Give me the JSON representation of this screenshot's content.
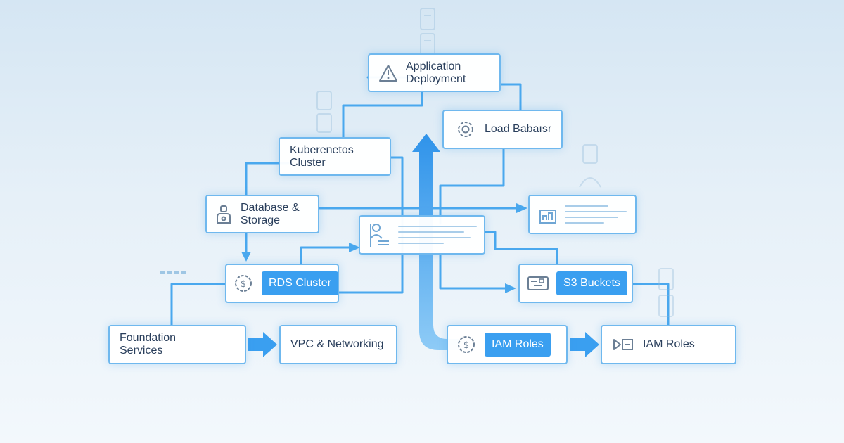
{
  "diagram": {
    "nodes": {
      "app_deploy": {
        "label": "Application\nDeployment",
        "icon": "warning-triangle-icon"
      },
      "load_balancer": {
        "label": "Load Babaısr",
        "icon": "gear-icon"
      },
      "k8s": {
        "label": "Kuberenetos\nCluster"
      },
      "db_storage": {
        "label": "Database &\nStorage",
        "icon": "database-icon"
      },
      "rds": {
        "label": "RDS Cluster",
        "icon": "dollar-gear-icon"
      },
      "s3": {
        "label": "S3 Buckets",
        "icon": "storage-bucket-icon"
      },
      "foundation": {
        "label": "Foundation\nServices"
      },
      "vpc": {
        "label": "VPC & Networking"
      },
      "iam_left": {
        "label": "IAM Roles",
        "icon": "dollar-gear-icon"
      },
      "iam_right": {
        "label": "IAM Roles",
        "icon": "shield-key-icon"
      }
    },
    "colors": {
      "accent": "#3a9ff0",
      "connector": "#4aa8ee",
      "border": "#6fb8ee",
      "text": "#2a3f5c"
    }
  }
}
